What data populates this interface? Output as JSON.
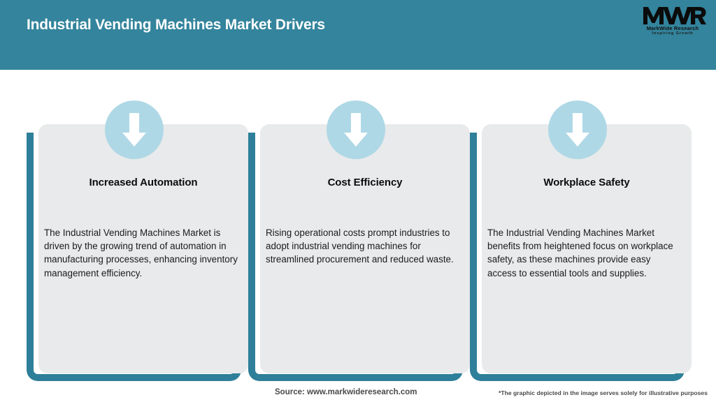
{
  "header": {
    "title": "Industrial Vending Machines Market Drivers",
    "background_color": "#33849c",
    "title_color": "#ffffff"
  },
  "logo": {
    "mark": "MWR",
    "name": "MarkWide Research",
    "tagline": "Inspiring Growth"
  },
  "cards": [
    {
      "icon": "down-arrow-icon",
      "title": "Increased Automation",
      "body": "The Industrial Vending Machines Market is driven by the growing trend of automation in manufacturing processes, enhancing inventory management efficiency."
    },
    {
      "icon": "down-arrow-icon",
      "title": "Cost Efficiency",
      "body": "Rising operational costs prompt industries to adopt industrial vending machines for streamlined procurement and reduced waste."
    },
    {
      "icon": "down-arrow-icon",
      "title": "Workplace Safety",
      "body": "The Industrial Vending Machines Market benefits from heightened focus on workplace safety, as these machines provide easy access to essential tools and supplies."
    }
  ],
  "footer": {
    "source": "Source: www.markwideresearch.com",
    "note": "*The graphic depicted in the image serves solely for illustrative purposes"
  },
  "colors": {
    "header_teal": "#33849c",
    "backing_teal": "#2e7f99",
    "card_gray": "#e8eaeb",
    "badge_blue": "#afd8e6",
    "arrow_white": "#ffffff"
  }
}
